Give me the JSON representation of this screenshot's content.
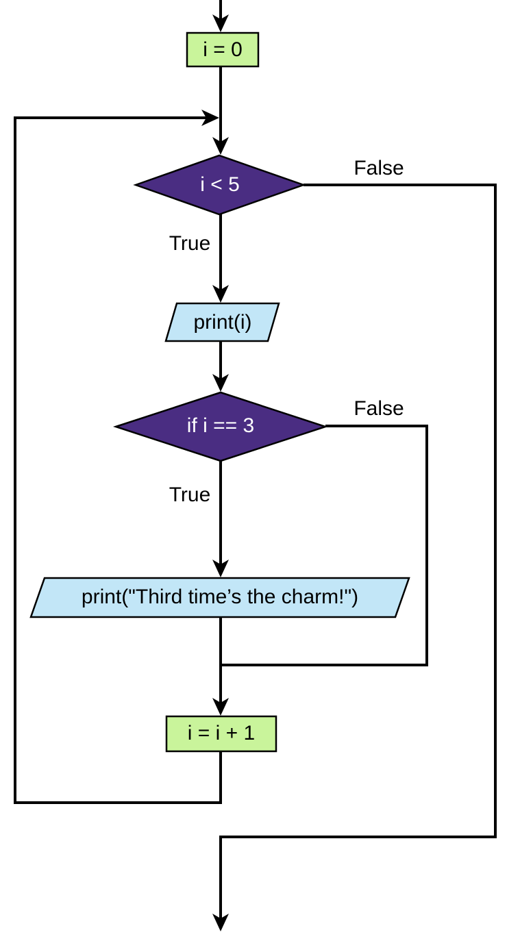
{
  "diagram": {
    "type": "flowchart",
    "description": "While-loop flowchart: initialize i to 0, loop while i < 5, print i, print a special message when i equals 3, increment i, exit when condition is false"
  },
  "nodes": {
    "init": {
      "label": "i = 0",
      "shape": "rectangle",
      "fill": "#c9f49b"
    },
    "loop_condition": {
      "label": "i < 5",
      "shape": "diamond",
      "fill": "#4a2d82"
    },
    "print_i": {
      "label": "print(i)",
      "shape": "parallelogram",
      "fill": "#c2e6f7"
    },
    "if_condition": {
      "label": "if i == 3",
      "shape": "diamond",
      "fill": "#4a2d82"
    },
    "print_message": {
      "label": "print(\"Third time’s the charm!\")",
      "shape": "parallelogram",
      "fill": "#c2e6f7"
    },
    "increment": {
      "label": "i = i + 1",
      "shape": "rectangle",
      "fill": "#c9f49b"
    }
  },
  "edge_labels": {
    "loop_true": "True",
    "loop_false": "False",
    "if_true": "True",
    "if_false": "False"
  },
  "colors": {
    "line": "#000000",
    "decision_fill": "#4a2d82",
    "process_fill": "#c9f49b",
    "io_fill": "#c2e6f7",
    "decision_text": "#ffffff",
    "text": "#000000",
    "background": "#ffffff"
  }
}
